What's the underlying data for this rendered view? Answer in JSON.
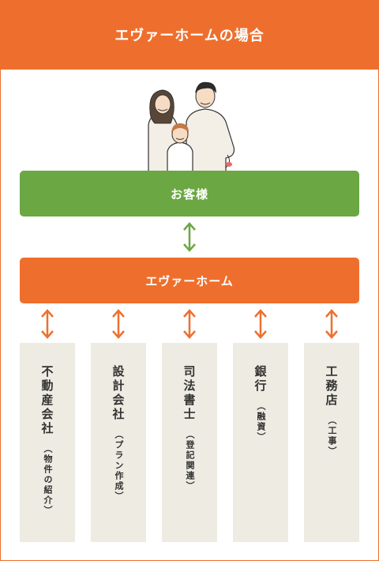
{
  "header": {
    "title": "エヴァーホームの場合"
  },
  "customer": {
    "label": "お客様"
  },
  "company": {
    "label": "エヴァーホーム"
  },
  "colors": {
    "orange": "#ee6f2d",
    "green": "#6ba743",
    "box": "#eeebe2"
  },
  "partners": [
    {
      "name": "不動産会社",
      "note": "（物件の紹介）"
    },
    {
      "name": "設計会社",
      "note": "（プラン作成）"
    },
    {
      "name": "司法書士",
      "note": "（登記関連）"
    },
    {
      "name": "銀行",
      "note": "（融資）"
    },
    {
      "name": "工務店",
      "note": "（工事）"
    }
  ]
}
